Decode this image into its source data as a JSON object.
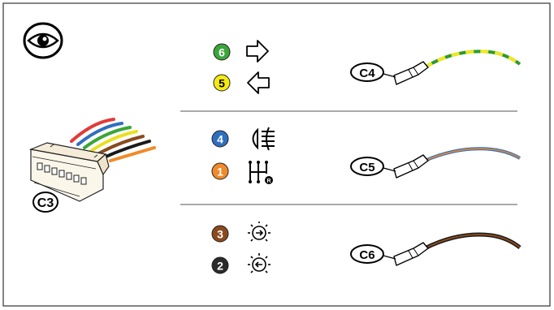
{
  "connector": {
    "label": "C3"
  },
  "sections": [
    {
      "terminal": "C4",
      "pins": [
        {
          "number": "6",
          "color": "#3aa63a",
          "icon": "right-turn-arrow-icon"
        },
        {
          "number": "5",
          "color": "#f3ea14",
          "icon": "left-turn-arrow-icon"
        }
      ],
      "wire_colors": [
        "#2e9a2e",
        "#f0e81e"
      ]
    },
    {
      "terminal": "C5",
      "pins": [
        {
          "number": "4",
          "color": "#2f6fbf",
          "icon": "fog-light-icon"
        },
        {
          "number": "1",
          "color": "#f08a2a",
          "icon": "reverse-gear-icon"
        }
      ],
      "wire_colors": [
        "#2f6fbf",
        "#f08a2a"
      ]
    },
    {
      "terminal": "C6",
      "pins": [
        {
          "number": "3",
          "color": "#8a4a1e",
          "icon": "light-bulb-plus-icon"
        },
        {
          "number": "2",
          "color": "#2a2a2a",
          "icon": "light-bulb-minus-icon"
        }
      ],
      "wire_colors": [
        "#1a1a1a",
        "#8a4a1e"
      ]
    }
  ],
  "colors": {
    "border": "#333333",
    "divider": "#555555"
  }
}
